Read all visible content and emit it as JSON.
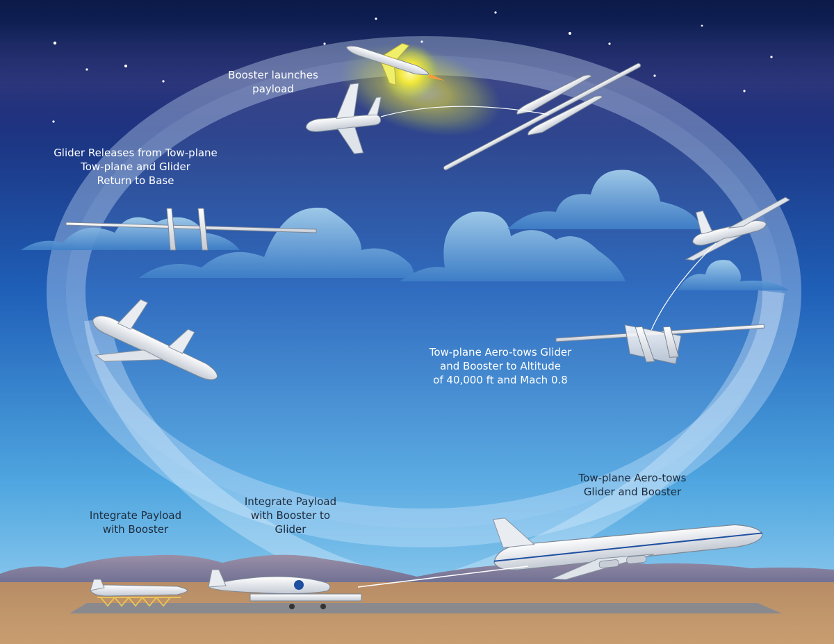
{
  "colors": {
    "sky_top": "#0b1a48",
    "sky_mid": "#1f5fb8",
    "sky_low": "#7fc3ef",
    "mountain": "#8a7f9a",
    "ground": "#c59a6c",
    "runway": "#8a8a8e",
    "aircraft": "#ffffff",
    "booster_flare": "#f7ee3a",
    "label_light": "#ffffff",
    "label_dark": "#1d2a3a"
  },
  "icons": [
    "boeing-747-icon",
    "twin-fuselage-glider-icon",
    "booster-rocket-icon",
    "cloud-icon",
    "star-icon",
    "tow-line-icon"
  ],
  "labels": {
    "booster_launch": {
      "line1": "Booster launches",
      "line2": "payload"
    },
    "glider_release": {
      "line1": "Glider Releases from Tow-plane",
      "line2": "Tow-plane and  Glider",
      "line3": "Return to Base"
    },
    "aero_tow_altitude": {
      "line1": "Tow-plane Aero-tows Glider",
      "line2": "and Booster to Altitude",
      "line3": "of 40,000 ft and Mach 0.8"
    },
    "aero_tow_takeoff": {
      "line1": "Tow-plane Aero-tows",
      "line2": "Glider and Booster"
    },
    "integrate_payload_booster": {
      "line1": "Integrate Payload",
      "line2": "with Booster"
    },
    "integrate_payload_glider": {
      "line1": "Integrate Payload",
      "line2": "with Booster to",
      "line3": "Glider"
    }
  }
}
